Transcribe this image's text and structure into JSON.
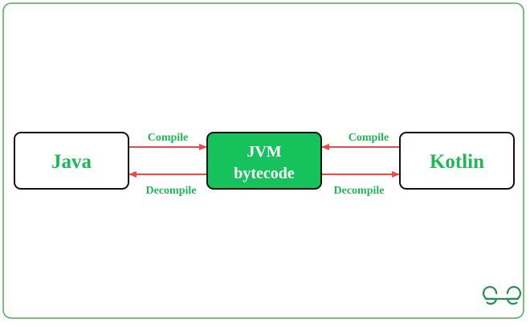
{
  "colors": {
    "frame": "#4caf50",
    "accent_green": "#1db954",
    "jvm_fill": "#16c25c",
    "arrow": "#f04747",
    "box_border": "#111111",
    "text_white": "#ffffff",
    "logo": "#2e8b57"
  },
  "nodes": {
    "java": {
      "label": "Java"
    },
    "jvm": {
      "line1": "JVM",
      "line2": "bytecode"
    },
    "kotlin": {
      "label": "Kotlin"
    }
  },
  "edges": {
    "java_to_jvm": {
      "label": "Compile"
    },
    "jvm_to_java": {
      "label": "Decompile"
    },
    "kotlin_to_jvm": {
      "label": "Compile"
    },
    "jvm_to_kotlin": {
      "label": "Decompile"
    }
  },
  "logo": {
    "text": "GfG",
    "icon": "geeksforgeeks-logo-icon"
  }
}
